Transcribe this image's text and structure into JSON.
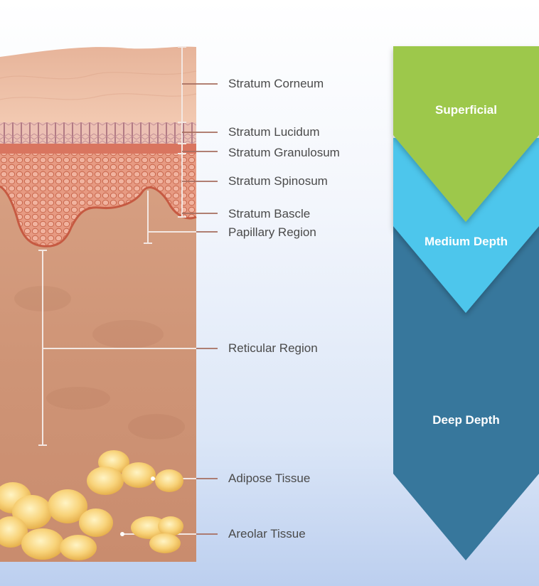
{
  "layers": [
    {
      "id": "stratum-corneum",
      "label": "Stratum Corneum"
    },
    {
      "id": "stratum-lucidum",
      "label": "Stratum Lucidum"
    },
    {
      "id": "stratum-granulosum",
      "label": "Stratum Granulosum"
    },
    {
      "id": "stratum-spinosum",
      "label": "Stratum Spinosum"
    },
    {
      "id": "stratum-basale",
      "label": "Stratum Bascle"
    },
    {
      "id": "papillary-region",
      "label": "Papillary Region"
    },
    {
      "id": "reticular-region",
      "label": "Reticular Region"
    },
    {
      "id": "adipose-tissue",
      "label": "Adipose Tissue"
    },
    {
      "id": "areolar-tissue",
      "label": "Areolar Tissue"
    }
  ],
  "depth": {
    "superficial": "Superficial",
    "medium": "Medium Depth",
    "deep": "Deep Depth",
    "colors": {
      "superficial": "#9dc84b",
      "medium": "#4dc6ec",
      "deep": "#37779c"
    }
  }
}
